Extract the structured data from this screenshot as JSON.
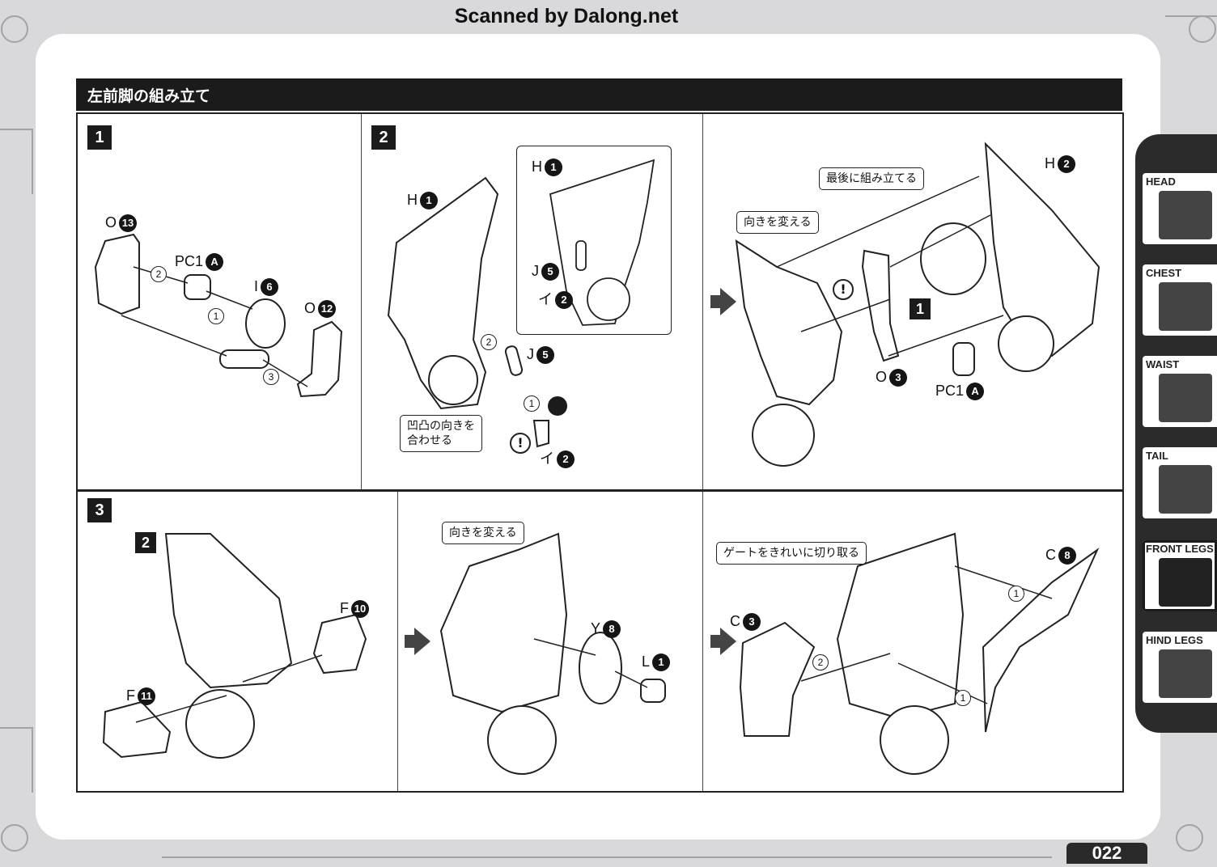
{
  "watermark": "Scanned by Dalong.net",
  "section_title": "左前脚の組み立て",
  "page_number": "022",
  "steps": {
    "s1": "1",
    "s2": "2",
    "s3": "3",
    "sub1": "1",
    "sub2": "2"
  },
  "callouts": {
    "align_notch": "凹凸の向きを\n合わせる",
    "assemble_last": "最後に組み立てる",
    "change_direction": "向きを変える",
    "change_direction_2": "向きを変える",
    "clean_gate": "ゲートをきれいに切り取る"
  },
  "parts": {
    "p_o13": {
      "label": "O",
      "num": "13"
    },
    "p_pc1a": {
      "label": "PC1",
      "num": "A"
    },
    "p_i6": {
      "label": "I",
      "num": "6"
    },
    "p_o12": {
      "label": "O",
      "num": "12"
    },
    "p_h1a": {
      "label": "H",
      "num": "1"
    },
    "p_h1b": {
      "label": "H",
      "num": "1"
    },
    "p_j5a": {
      "label": "J",
      "num": "5"
    },
    "p_i2a": {
      "label": "イ",
      "num": "2"
    },
    "p_j5b": {
      "label": "J",
      "num": "5"
    },
    "p_i2b": {
      "label": "イ",
      "num": "2"
    },
    "p_h2": {
      "label": "H",
      "num": "2"
    },
    "p_o3": {
      "label": "O",
      "num": "3"
    },
    "p_pc1b": {
      "label": "PC1",
      "num": "A"
    },
    "p_f10": {
      "label": "F",
      "num": "10"
    },
    "p_f11": {
      "label": "F",
      "num": "11"
    },
    "p_y8": {
      "label": "Y",
      "num": "8"
    },
    "p_l1": {
      "label": "L",
      "num": "1"
    },
    "p_c3": {
      "label": "C",
      "num": "3"
    },
    "p_c8": {
      "label": "C",
      "num": "8"
    }
  },
  "seq_marks": [
    "1",
    "2",
    "3"
  ],
  "warning_mark": "!",
  "tabs": [
    {
      "label": "HEAD",
      "active": false
    },
    {
      "label": "CHEST",
      "active": false
    },
    {
      "label": "WAIST",
      "active": false
    },
    {
      "label": "TAIL",
      "active": false
    },
    {
      "label": "FRONT LEGS",
      "active": true
    },
    {
      "label": "HIND LEGS",
      "active": false
    }
  ],
  "colors": {
    "ink": "#1b1b1b",
    "paper": "#ffffff",
    "frame": "#d9d9dc",
    "tab_bg": "#2b2b2b"
  }
}
